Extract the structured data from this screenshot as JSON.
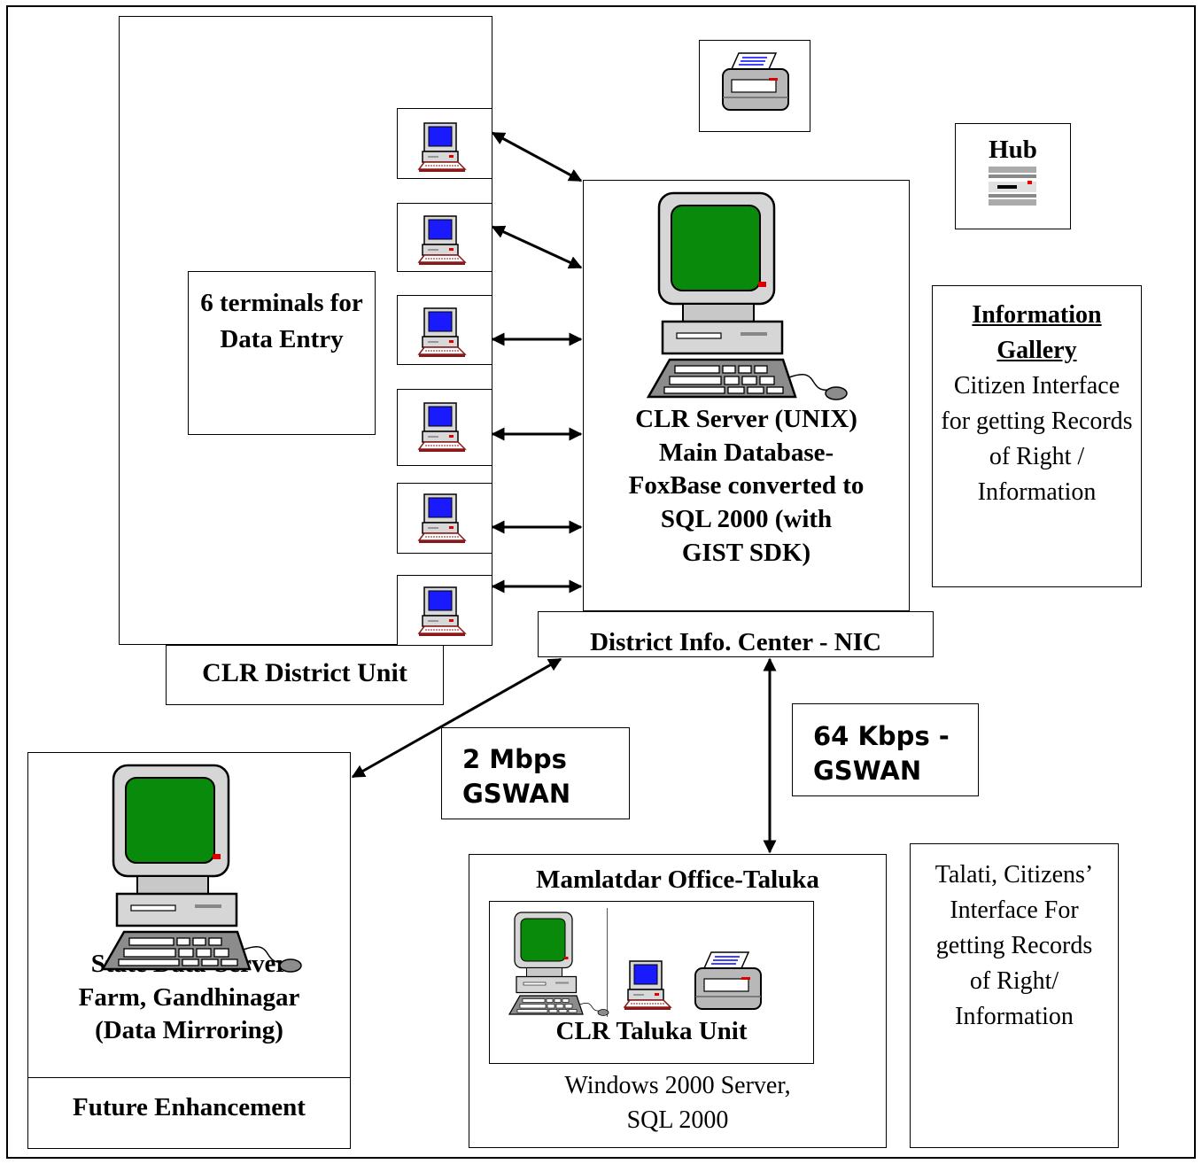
{
  "district_unit": {
    "terminals_label": "6 terminals for Data Entry",
    "unit_label": "CLR District Unit"
  },
  "hub": {
    "label": "Hub"
  },
  "server": {
    "line1": "CLR Server (UNIX)",
    "line2": "Main Database-",
    "line3": "FoxBase converted to",
    "line4": "SQL 2000 (with",
    "line5": "GIST SDK)",
    "center_label": "District Info. Center - NIC"
  },
  "info_gallery": {
    "title_line1": "Information",
    "title_line2": "Gallery",
    "body": "Citizen Interface for getting Records of Right / Information"
  },
  "links": {
    "state_link_line1": "2 Mbps",
    "state_link_line2": "GSWAN",
    "taluka_link_line1": "64 Kbps -",
    "taluka_link_line2": "GSWAN"
  },
  "state_server": {
    "line1": "State Data-Server",
    "line2": "Farm, Gandhinagar",
    "line3": "(Data Mirroring)",
    "footer": "Future Enhancement"
  },
  "taluka": {
    "title": "Mamlatdar Office-Taluka",
    "unit_label": "CLR Taluka Unit",
    "platform_line1": "Windows 2000 Server,",
    "platform_line2": "SQL 2000"
  },
  "talati": {
    "text": "Talati, Citizens’ Interface For getting Records of Right/ Information"
  }
}
